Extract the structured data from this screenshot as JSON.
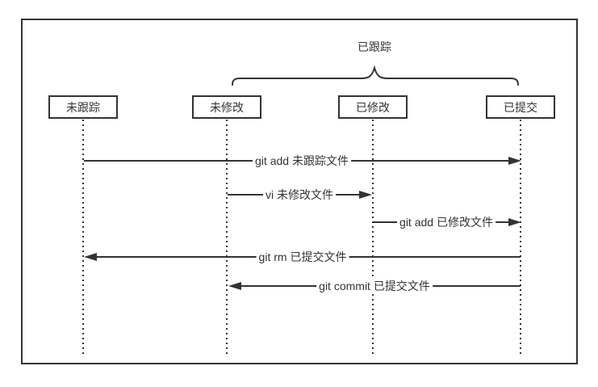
{
  "page": {
    "background": "#ffffff",
    "stroke_color": "#333333"
  },
  "diagram": {
    "brace_label": "已跟踪",
    "columns": [
      {
        "label": "未跟踪"
      },
      {
        "label": "未修改"
      },
      {
        "label": "已修改"
      },
      {
        "label": "已提交"
      }
    ],
    "arrows": [
      {
        "label": "git add 未跟踪文件",
        "from": "未跟踪",
        "to": "已提交",
        "direction": "right"
      },
      {
        "label": "vi 未修改文件",
        "from": "未修改",
        "to": "已修改",
        "direction": "right"
      },
      {
        "label": "git add 已修改文件",
        "from": "已修改",
        "to": "已提交",
        "direction": "right"
      },
      {
        "label": "git rm 已提交文件",
        "from": "已提交",
        "to": "未跟踪",
        "direction": "left"
      },
      {
        "label": "git commit 已提交文件",
        "from": "已提交",
        "to": "未修改",
        "direction": "left"
      }
    ]
  }
}
